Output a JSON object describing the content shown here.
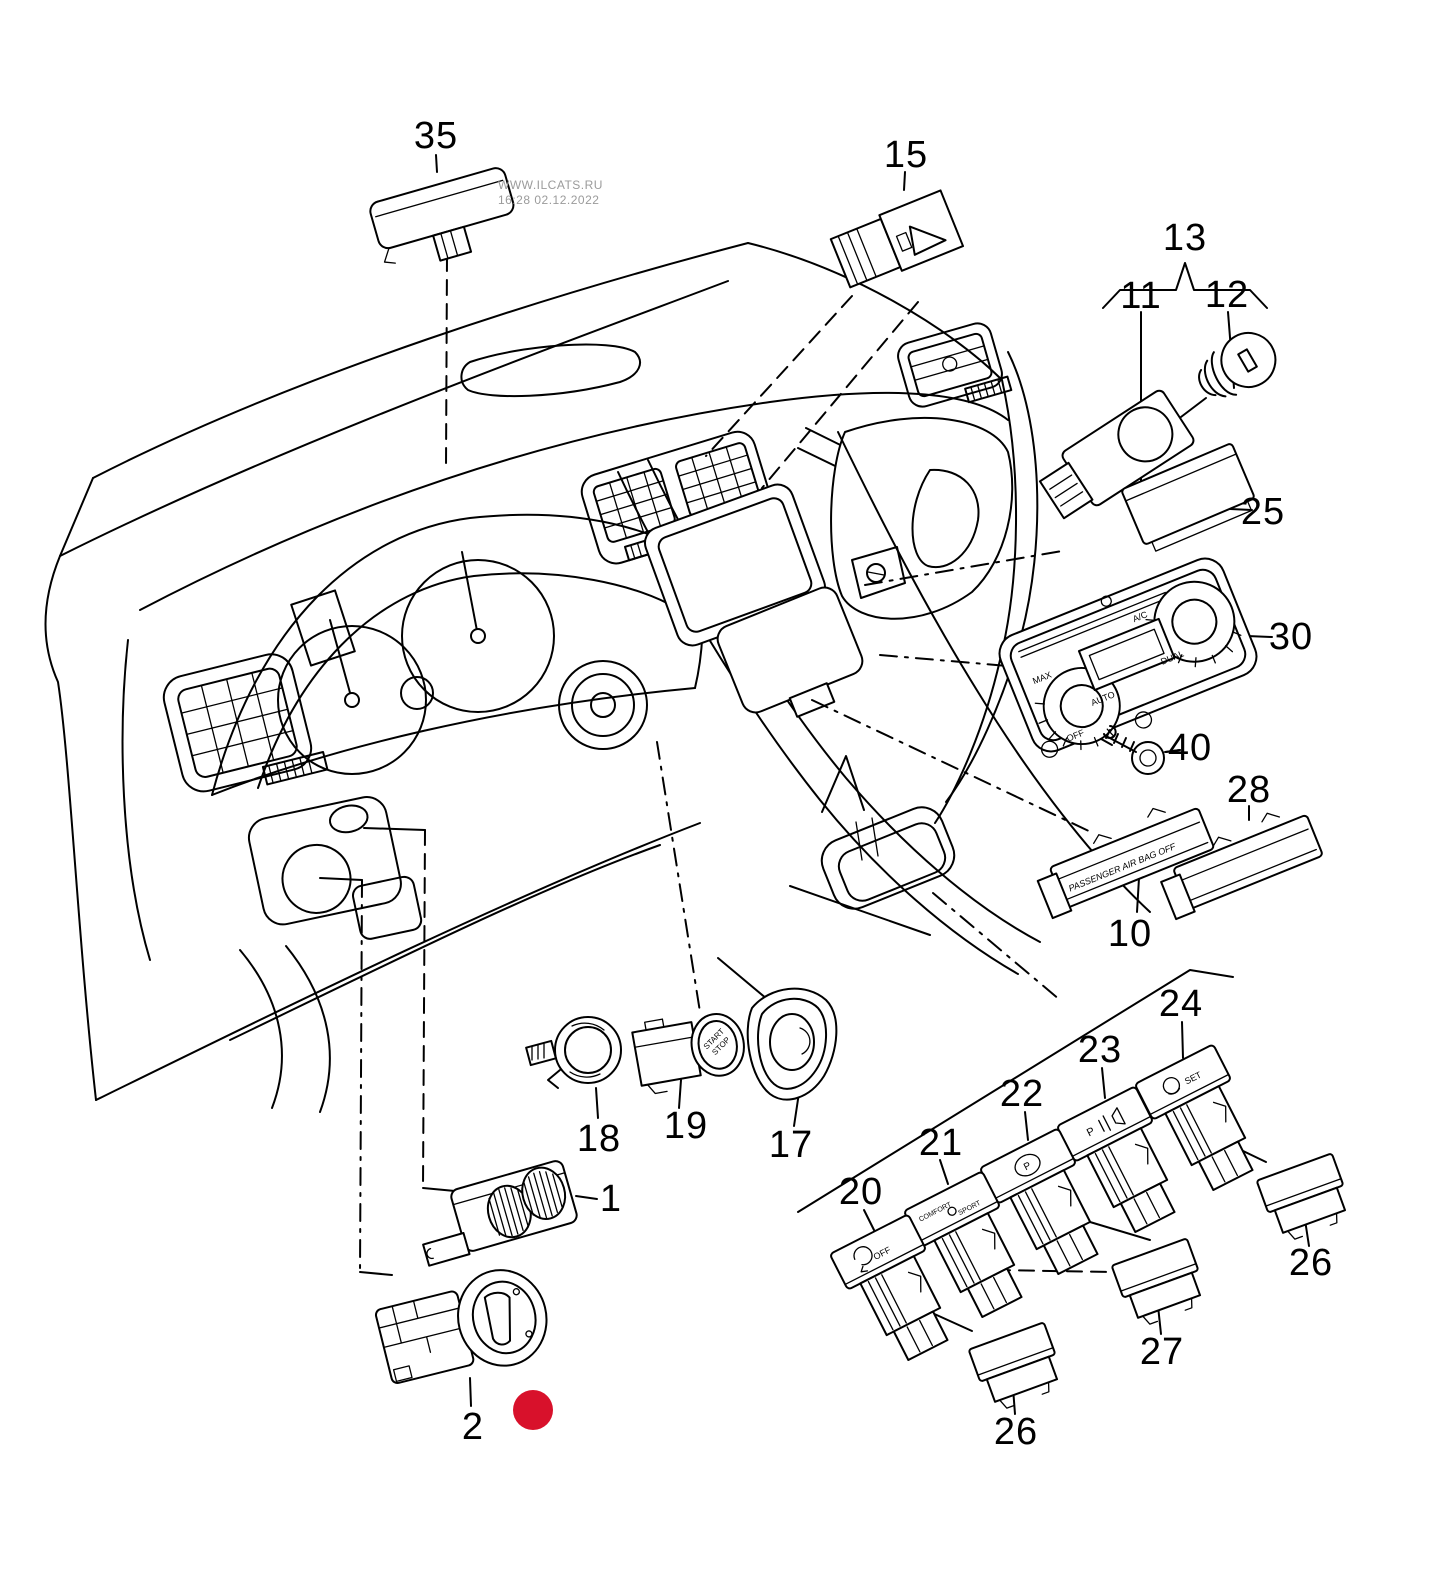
{
  "watermark": {
    "line1": "WWW.ILCATS.RU",
    "line2": "16:28 02.12.2022"
  },
  "colors": {
    "line": "#000000",
    "watermark": "#9b9b9b",
    "highlight": "#d8112b"
  },
  "callouts": {
    "c35": "35",
    "c15": "15",
    "c13": "13",
    "c11": "11",
    "c12": "12",
    "c25": "25",
    "c30": "30",
    "c40": "40",
    "c28": "28",
    "c10": "10",
    "c24": "24",
    "c23": "23",
    "c22": "22",
    "c21": "21",
    "c20": "20",
    "c18": "18",
    "c19": "19",
    "c17": "17",
    "c1": "1",
    "c2": "2",
    "c27": "27",
    "c26_right": "26",
    "c26_bottom": "26"
  },
  "part_markings": {
    "p10": "PASSENGER AIR BAG OFF",
    "p19_line1": "START",
    "p19_line2": "STOP",
    "p20": "OFF",
    "p21_top": "COMFORT",
    "p21_bottom": "SPORT",
    "p22": "P",
    "p23": "P",
    "p24": "SET",
    "p30": {
      "max": "MAX",
      "auto": "AUTO",
      "off": "OFF",
      "ac": "A/C",
      "dual": "DUAL"
    }
  }
}
